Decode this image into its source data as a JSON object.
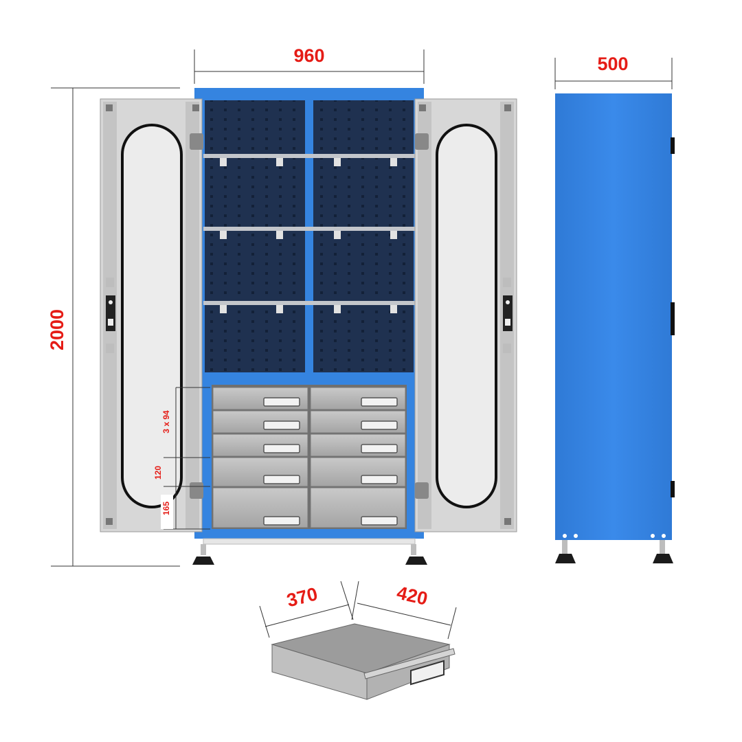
{
  "dimensions": {
    "width": "960",
    "depth": "500",
    "height": "2000",
    "drawer_width": "370",
    "drawer_depth": "420",
    "drawer_small": "3 x 94",
    "drawer_medium": "120",
    "drawer_large": "165"
  },
  "colors": {
    "cabinet_blue": "#3584e0",
    "dimension_red": "#e51c16",
    "door_gray": "#d7d7d7",
    "interior_navy": "#1f3150",
    "drawer_gray": "#b5b5b5",
    "line": "#333333"
  }
}
